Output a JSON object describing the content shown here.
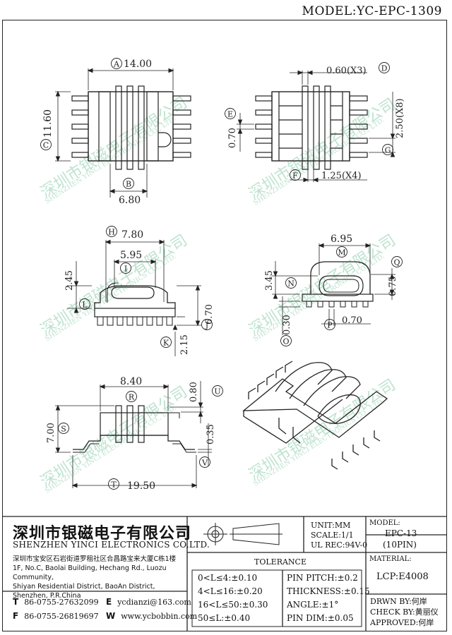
{
  "header": {
    "model": "MODEL:YC-EPC-1309"
  },
  "watermark": {
    "cn": "深圳市银磁电子有限公司",
    "en": "SHENZHEN YINCI ELECTRONICS CO., LTD."
  },
  "views": {
    "top": {
      "width": "14.00",
      "width_ref": "A",
      "height": "11.60",
      "height_ref": "C",
      "slot": "6.80",
      "slot_ref": "B"
    },
    "side": {
      "pitch": "0.60(X3)",
      "pitch_ref": "D",
      "lead": "0.70",
      "lead_ref": "E",
      "pin_span": "1.25(X4)",
      "pin_span_ref": "F",
      "pin_pitch": "2.50(X8)",
      "pin_pitch_ref": "G"
    },
    "front": {
      "overall": "7.80",
      "overall_ref": "H",
      "inner": "5.95",
      "inner_ref": "I",
      "base_h": "2.45",
      "base_ref": "L",
      "height": "6.70",
      "height_ref": "J",
      "pin_h": "2.15",
      "pin_ref": "K"
    },
    "end": {
      "width": "6.95",
      "width_ref": "M",
      "h1": "3.45",
      "h1_ref": "N",
      "h2": "0.75",
      "h2_ref": "Q",
      "gap": "0.30",
      "gap_ref": "O",
      "pin": "0.70",
      "pin_ref": "P"
    },
    "bottom": {
      "inner": "8.40",
      "inner_ref": "R",
      "h": "7.00",
      "h_ref": "S",
      "top": "0.80",
      "top_ref": "U",
      "foot": "0.35",
      "foot_ref": "V",
      "overall": "19.50",
      "overall_ref": "T"
    }
  },
  "titleblock": {
    "company_cn": "深圳市银磁电子有限公司",
    "company_en": "SHENZHEN YINCI ELECTRONICS CO,LTD.",
    "address_cn": "深圳市宝安区石岩街道罗租社区合昌路宝来大厦C栋1楼",
    "address_en": [
      "1F, No.C, Baolai Building, Hechang Rd., Luozu Community,",
      "Shiyan Residential District, BaoAn District,",
      "Shenzhen, P.R.China"
    ],
    "tel_label": "T",
    "tel": "86-0755-27632099",
    "fax_label": "F",
    "fax": "86-0755-26819697",
    "email_label": "E",
    "email": "ycdianzi@163.com",
    "web_label": "W",
    "web": "www.ycbobbin.com",
    "unit": "UNIT:MM",
    "scale": "SCALE:1/1",
    "ul": "UL REC:94V-0",
    "model_label": "MODEL:",
    "model_value": "EPC-13",
    "model_pins": "(10PIN)",
    "material_label": "MATERIAL:",
    "material_value": "LCP:E4008",
    "tolerance_title": "TOLERANCE",
    "tol": [
      "0<L≤4:±0.10",
      "4<L≤16:±0.20",
      "16<L≤50:±0.30",
      "50≤L:±0.40"
    ],
    "tol2": [
      "PIN PITCH:±0.2",
      "THICKNESS:±0.15",
      "ANGLE:±1°",
      "PIN DIM:±0.05"
    ],
    "drawn": "DRWN BY:何岸",
    "check": "CHECK BY:黄丽仪",
    "approved": "APPROVED:何岸"
  }
}
